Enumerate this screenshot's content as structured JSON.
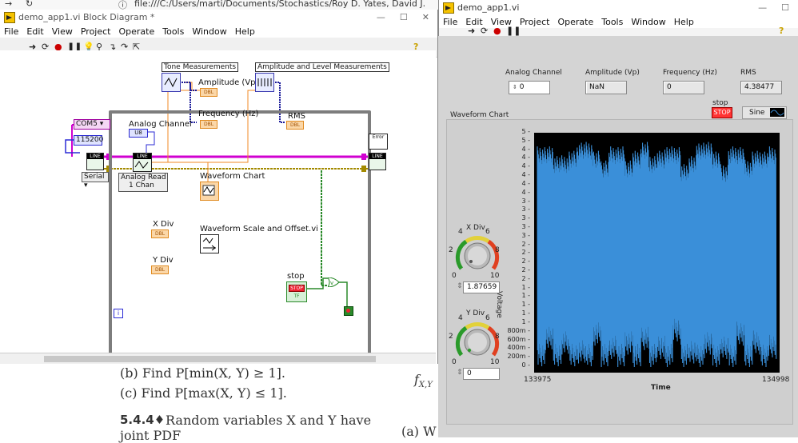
{
  "browser": {
    "address": "file:///C:/Users/marti/Documents/Stochastics/Roy D. Yates, David J. Goodman - Probability"
  },
  "block_diagram": {
    "title": "demo_app1.vi Block Diagram *",
    "menu": [
      "File",
      "Edit",
      "View",
      "Project",
      "Operate",
      "Tools",
      "Window",
      "Help"
    ],
    "frames": {
      "tone": "Tone Measurements",
      "amp_level": "Amplitude and Level Measurements"
    },
    "labels": {
      "amplitude": "Amplitude (Vp)",
      "frequency": "Frequency (Hz)",
      "rms": "RMS",
      "analog_channel": "Analog Channel",
      "com5": "COM5",
      "baud": "115200",
      "serial": "Serial",
      "analog_read_1": "Analog Read",
      "analog_read_2": "1 Chan",
      "waveform_chart": "Waveform Chart",
      "x_div": "X Div",
      "y_div": "Y Div",
      "scale_offset": "Waveform Scale and Offset.vi",
      "stop": "stop",
      "error": "Error",
      "dbl": "DBL",
      "u8": "U8",
      "line": "LINE",
      "stop_ind": "STOP",
      "tf": "TF",
      "iter": "i"
    }
  },
  "document": {
    "line_b": "(b)  Find P[min(X, Y) ≥ 1].",
    "line_c": "(c)  Find P[max(X, Y) ≤ 1].",
    "line_544": "5.4.4",
    "line_544_text": "Random variables X and Y have",
    "line_joint": "joint PDF",
    "fxy": "f",
    "fxy_sub": "X,Y",
    "aside": "(a)  W"
  },
  "front_panel": {
    "title": "demo_app1.vi",
    "menu": [
      "File",
      "Edit",
      "View",
      "Project",
      "Operate",
      "Tools",
      "Window",
      "Help"
    ],
    "analog_channel_label": "Analog Channel",
    "analog_channel_value": "0",
    "amplitude_label": "Amplitude (Vp)",
    "amplitude_value": "NaN",
    "frequency_label": "Frequency (Hz)",
    "frequency_value": "0",
    "rms_label": "RMS",
    "rms_value": "4.38477",
    "stop_label": "stop",
    "stop_button": "STOP",
    "sine_label": "Sine",
    "chart_title": "Waveform Chart",
    "xdiv_label": "X Div",
    "xdiv_value": "1.87659",
    "ydiv_label": "Y Div",
    "ydiv_value": "0",
    "knob_ticks": [
      "0",
      "2",
      "4",
      "6",
      "8",
      "10"
    ],
    "xaxis_label": "Time",
    "yaxis_label": "Voltage",
    "x_start": "133975",
    "x_end": "134998"
  },
  "chart_data": {
    "type": "line",
    "xlabel": "Time",
    "ylabel": "Voltage",
    "xlim": [
      133975,
      134998
    ],
    "ylim": [
      0,
      5.2
    ],
    "y_ticks": [
      "5",
      "5",
      "4",
      "4",
      "4",
      "4",
      "4",
      "4",
      "3",
      "3",
      "3",
      "3",
      "3",
      "2",
      "2",
      "2",
      "2",
      "2",
      "1",
      "1",
      "1",
      "1",
      "1",
      "800m",
      "600m",
      "400m",
      "200m",
      "0"
    ],
    "x_tick_labels": [
      "133975",
      "134998"
    ],
    "series": [
      {
        "color": "#3a8fd9",
        "values": [
          0.2,
          5.0,
          0.4,
          4.8,
          0.3,
          5.1,
          0.1,
          4.9,
          0.5,
          5.0,
          0.2,
          4.7,
          0.3,
          5.1,
          0.4,
          4.9,
          0.2,
          5.0,
          0.6,
          4.8,
          0.1,
          5.1,
          0.3,
          4.6,
          0.2,
          5.0,
          0.5,
          4.9,
          0.3,
          5.0
        ]
      }
    ],
    "grid": false
  }
}
